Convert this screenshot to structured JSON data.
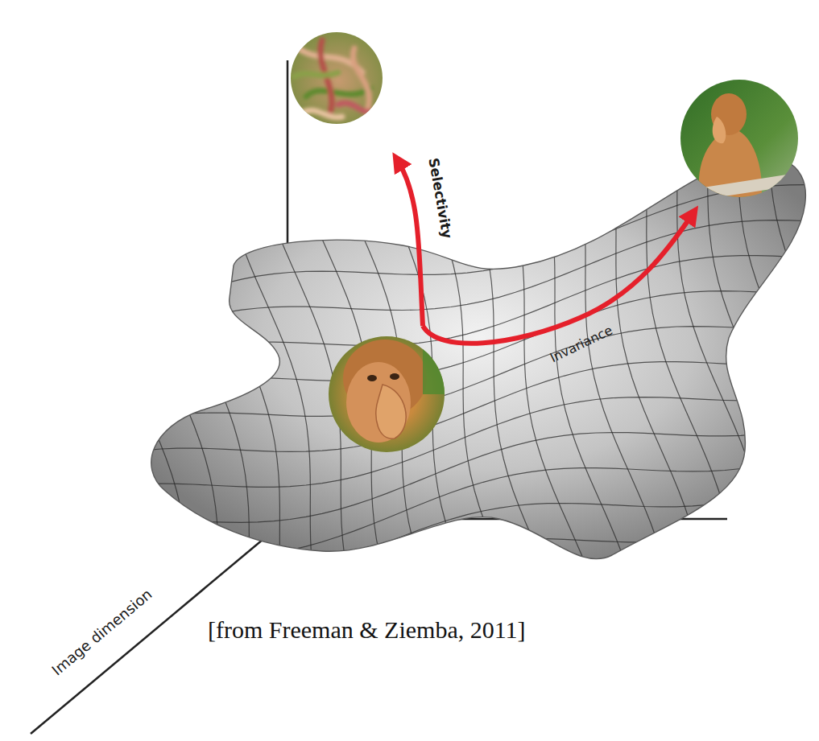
{
  "diagram": {
    "caption": "[from Freeman & Ziemba, 2011]",
    "labels": [
      "Selectivity",
      "Invariance",
      "Image dimension"
    ]
  }
}
